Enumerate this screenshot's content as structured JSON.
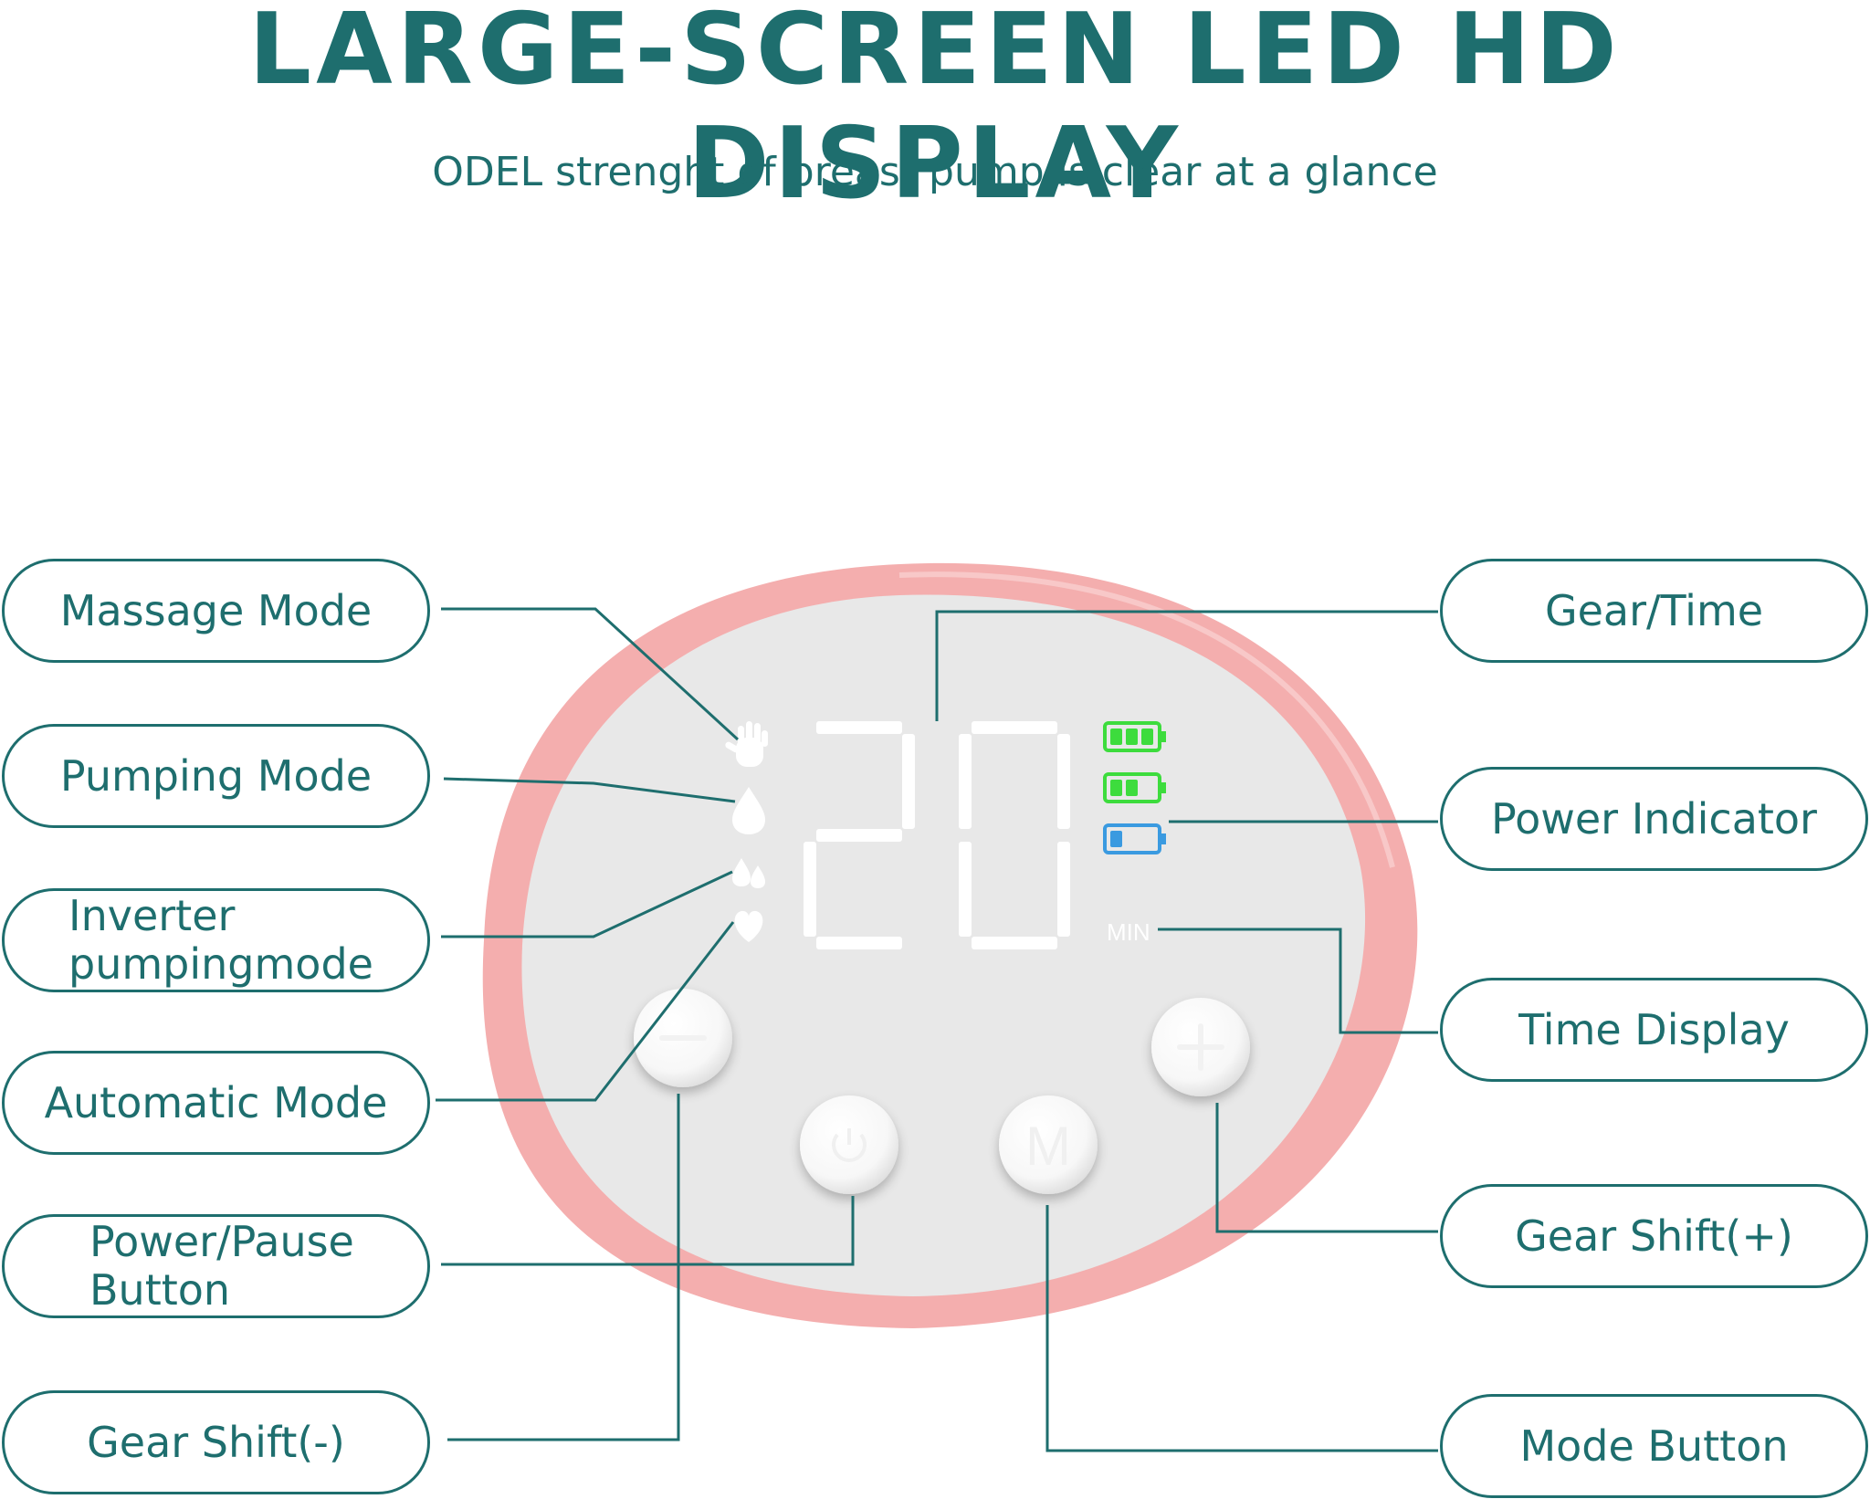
{
  "header": {
    "title": "LARGE-SCREEN LED HD DISPLAY",
    "subtitle": "ODEL strenght of breast pump is clear at a glance"
  },
  "labels": {
    "massage_mode": "Massage Mode",
    "pumping_mode": "Pumping Mode",
    "inverter_line1": "Inverter",
    "inverter_line2": "pumpingmode",
    "automatic_mode": "Automatic Mode",
    "power_line1": "Power/Pause",
    "power_line2": "Button",
    "gear_minus": "Gear Shift(-)",
    "gear_time": "Gear/Time",
    "power_indicator": "Power Indicator",
    "time_display": "Time Display",
    "gear_plus": "Gear Shift(+)",
    "mode_button": "Mode Button"
  },
  "display": {
    "digits": "20",
    "unit": "MIN",
    "mode_button_letter": "M",
    "battery_levels": [
      3,
      2,
      1
    ]
  },
  "colors": {
    "accent": "#1e6e6e",
    "case": "#f4aeae",
    "panel": "#e8e8e8",
    "battery_full": "#3ddc3d",
    "battery_low": "#3a9ae0"
  },
  "icons": [
    "hand-icon",
    "drop-icon",
    "drops-icon",
    "heart-icon",
    "power-icon"
  ]
}
